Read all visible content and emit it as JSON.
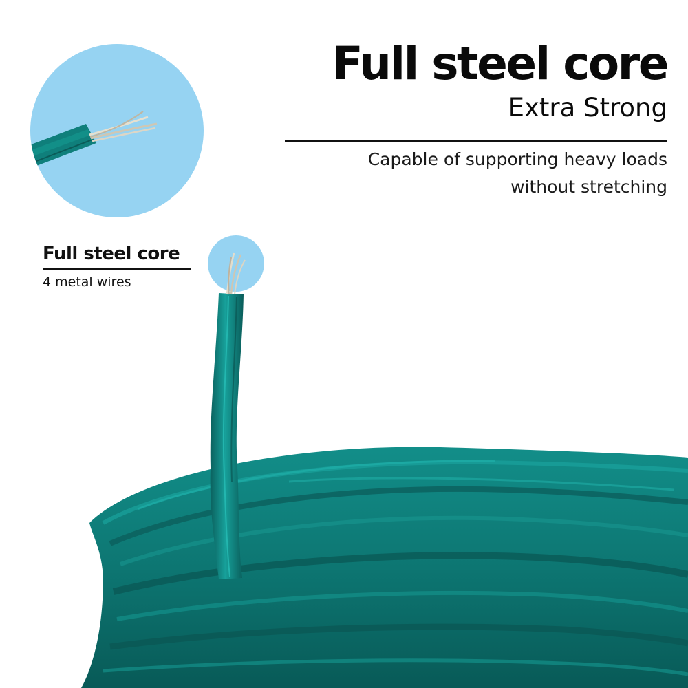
{
  "headline": {
    "title": "Full steel core",
    "subtitle": "Extra Strong"
  },
  "description": {
    "line1": "Capable of supporting heavy loads",
    "line2": "without stretching"
  },
  "callout": {
    "title": "Full steel core",
    "subtitle": "4 metal wires"
  },
  "colors": {
    "wire": "#0f7f7b",
    "wire_dark": "#0a5a57",
    "badge": "#96d3f2",
    "steel": "#d8d2c4"
  },
  "imagery": {
    "zoom_badge": "wire-cross-section-illustration",
    "tip_badge": "wire-tip-highlight",
    "product": "green-coated-wire-coil"
  }
}
